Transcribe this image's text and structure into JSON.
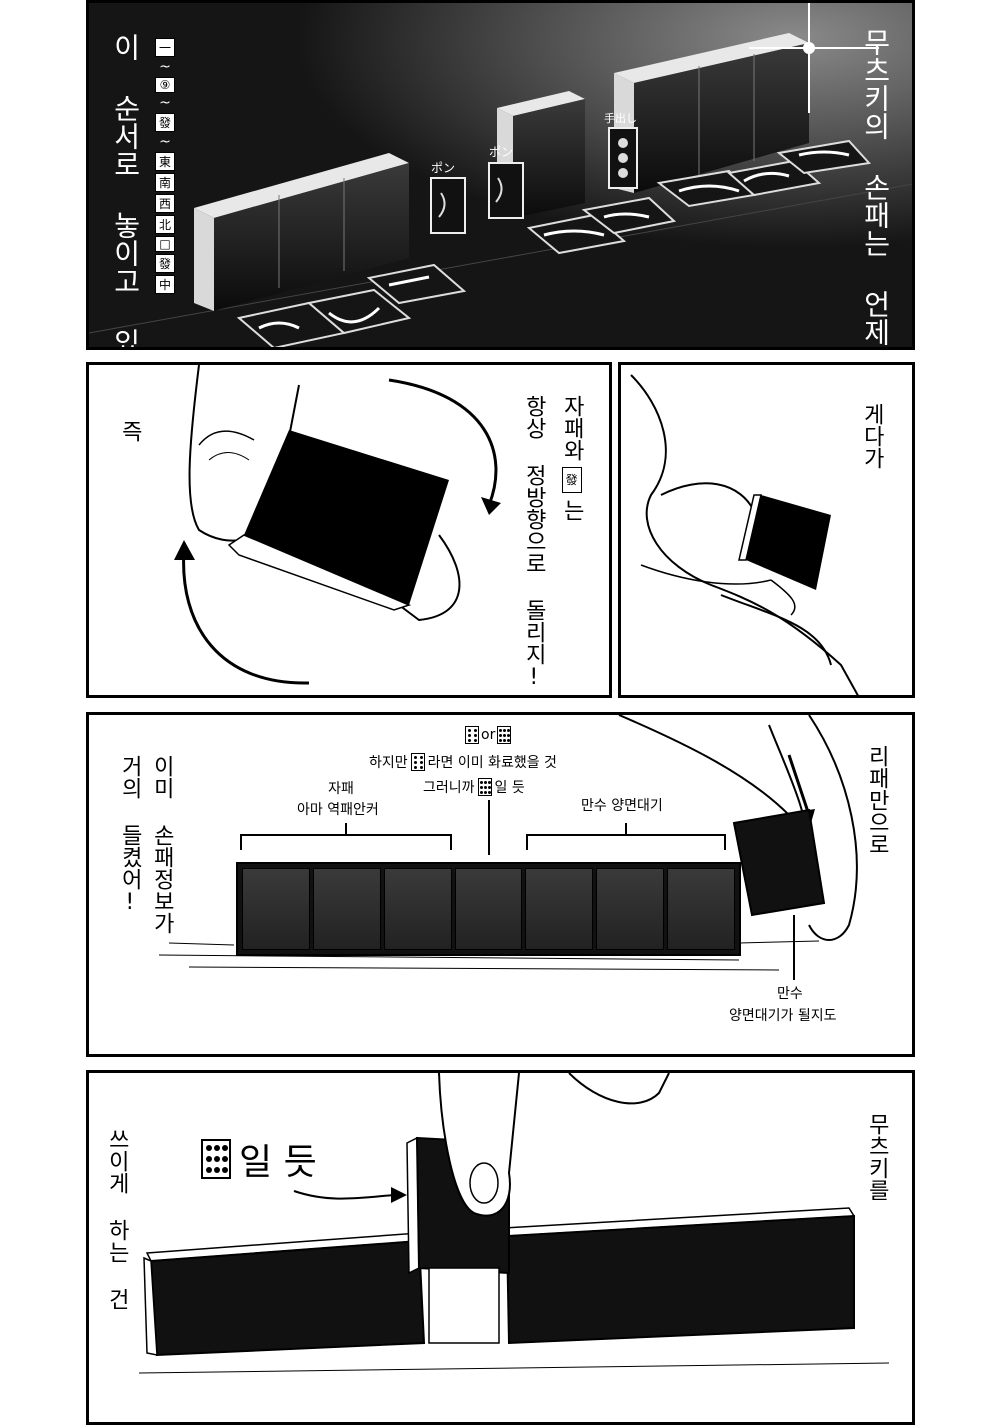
{
  "panel1": {
    "caption_right": "무츠키의 손패는 언제나",
    "caption_left": "이 순서로 놓이고 있어",
    "pon_label_1": "ポン",
    "pon_label_2": "ポン",
    "tedashi_label": "手出し",
    "order_glyphs": [
      "一",
      "~",
      "⑨",
      "~",
      "發",
      "~",
      "東",
      "南",
      "西",
      "北",
      "□",
      "發",
      "中"
    ]
  },
  "panel2": {
    "caption_main": "자패와",
    "caption_main_2": "는",
    "caption_sub": "항상 정방향으로 돌리지!",
    "caption_left": "즉"
  },
  "panel3": {
    "caption": "게다가"
  },
  "panel4": {
    "caption_right": "리패만으로",
    "caption_left_1": "이미 손패정보가",
    "caption_left_2": "거의 들켰어!",
    "top_or": "or",
    "top_line_2a": "하지만",
    "top_line_2b": "라면 이미 화료했을 것",
    "top_line_3a": "그러니까",
    "top_line_3b": "일 듯",
    "group_left_1": "자패",
    "group_left_2": "아마 역패안커",
    "group_right": "만수 양면대기",
    "bottom_1": "만수",
    "bottom_2": "양면대기가 될지도"
  },
  "panel5": {
    "caption_right": "무츠키를",
    "caption_left": "쓰이게 하는 건",
    "label": "일 듯"
  }
}
